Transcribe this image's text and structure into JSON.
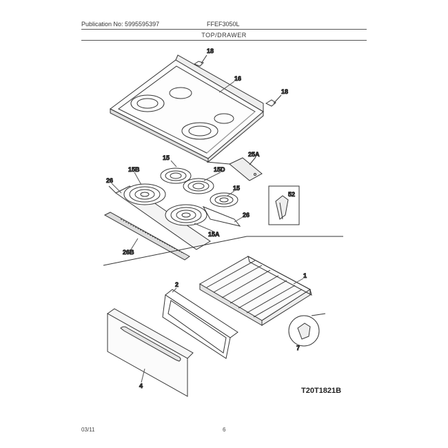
{
  "header": {
    "publication": "Publication No: 5995595397",
    "model": "FFEF3050L",
    "section_title": "TOP/DRAWER"
  },
  "callouts": {
    "c18a": "18",
    "c16": "16",
    "c18b": "18",
    "c25A": "25A",
    "c15": "15",
    "c15B": "15B",
    "c15D": "15D",
    "c26a": "26",
    "c15c": "15",
    "c52": "52",
    "c26b": "26",
    "c15A": "15A",
    "c26B": "26B",
    "c1": "1",
    "c2": "2",
    "c7": "7",
    "c4": "4"
  },
  "figure_id": "T20T1821B",
  "footer": {
    "date": "03/11",
    "page": "6"
  }
}
